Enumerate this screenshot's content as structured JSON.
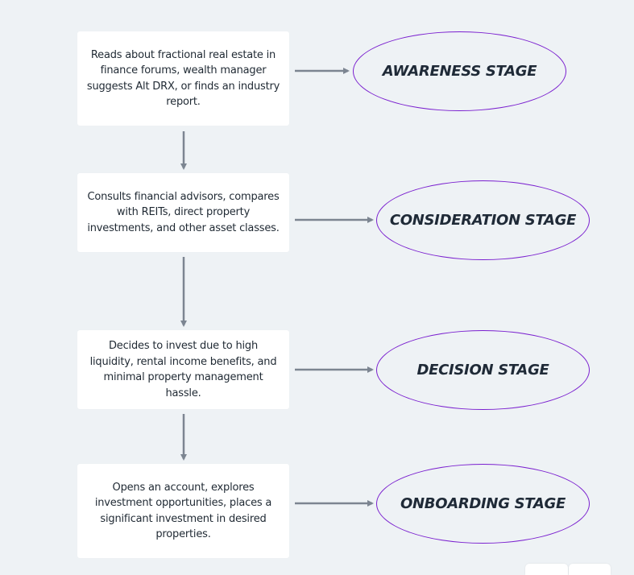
{
  "diagram": {
    "steps": [
      {
        "description": "Reads about fractional real estate in finance forums, wealth manager suggests Alt DRX, or finds an industry report.",
        "stage": "AWARENESS STAGE"
      },
      {
        "description": "Consults financial advisors, compares with REITs, direct property investments, and other asset classes.",
        "stage": "CONSIDERATION STAGE"
      },
      {
        "description": "Decides to invest due to high liquidity, rental income benefits, and minimal property management hassle.",
        "stage": "DECISION STAGE"
      },
      {
        "description": "Opens an account, explores investment opportunities, places a significant investment in desired properties.",
        "stage": "ONBOARDING STAGE"
      }
    ]
  },
  "colors": {
    "background": "#eef2f5",
    "card": "#ffffff",
    "ellipse_border": "#7a1fcf",
    "arrow": "#7c8591",
    "stage_text": "#1f2a37"
  }
}
